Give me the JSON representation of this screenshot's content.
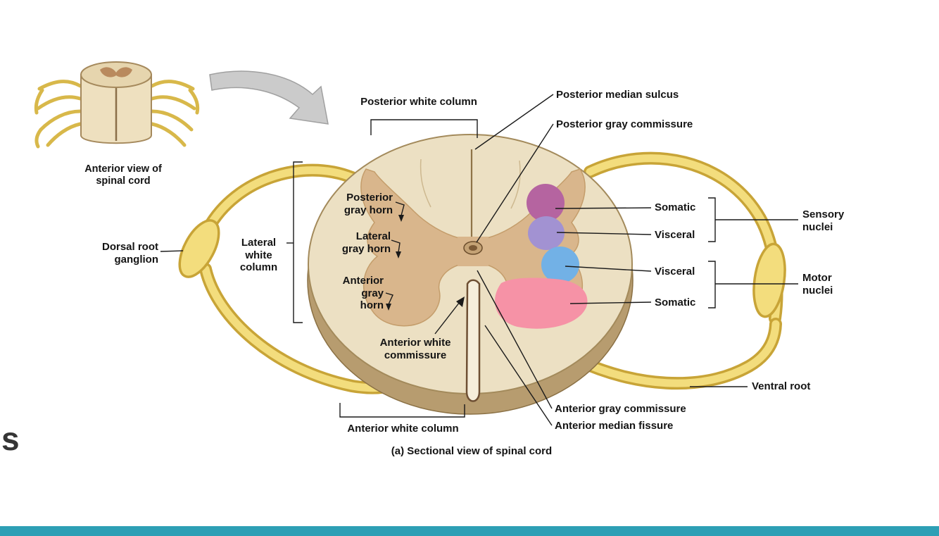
{
  "figure": {
    "inset_caption": "Anterior view of\nspinal cord",
    "section_caption": "(a) Sectional view of spinal cord",
    "partial_heading": "s"
  },
  "labels": {
    "posterior_white_column": "Posterior white column",
    "posterior_median_sulcus": "Posterior median sulcus",
    "posterior_gray_commissure": "Posterior gray commissure",
    "posterior_gray_horn": "Posterior\ngray horn",
    "lateral_gray_horn": "Lateral\ngray horn",
    "anterior_gray_horn": "Anterior\ngray\nhorn",
    "lateral_white_column": "Lateral\nwhite\ncolumn",
    "dorsal_root_ganglion": "Dorsal root\nganglion",
    "somatic_sensory": "Somatic",
    "visceral_sensory": "Visceral",
    "visceral_motor": "Visceral",
    "somatic_motor": "Somatic",
    "sensory_nuclei": "Sensory\nnuclei",
    "motor_nuclei": "Motor\nnuclei",
    "anterior_white_commissure": "Anterior white\ncommissure",
    "ventral_root": "Ventral root",
    "anterior_gray_commissure": "Anterior gray commissure",
    "anterior_median_fissure": "Anterior median fissure",
    "anterior_white_column": "Anterior white column"
  },
  "colors": {
    "somatic_sensory_nucleus": "#b564a0",
    "visceral_sensory_nucleus": "#a292d2",
    "visceral_motor_nucleus": "#72b1e6",
    "somatic_motor_nucleus": "#f692a6",
    "accent_bar": "#2d9fb5"
  }
}
